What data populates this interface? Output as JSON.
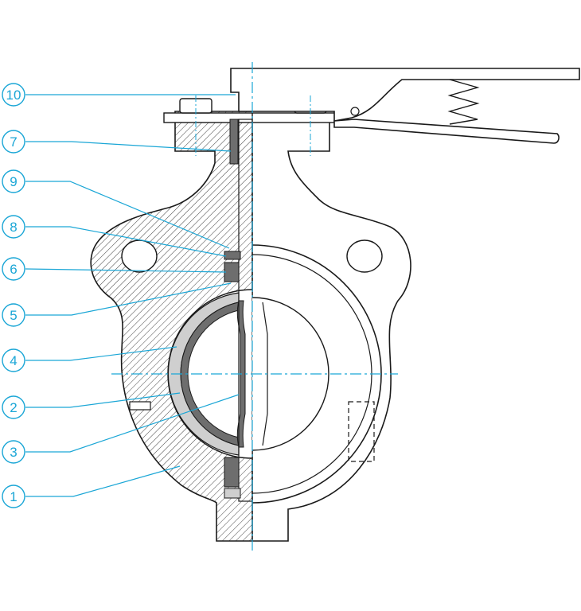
{
  "colors": {
    "line": "#1a1a1a",
    "callout": "#1aa6d6",
    "centerline": "#1aa6d6",
    "seat_dark": "#6e6e6e",
    "seat_fill": "#cfcfcf",
    "background": "#ffffff"
  },
  "callouts": [
    {
      "id": "c10",
      "label": "10"
    },
    {
      "id": "c7",
      "label": "7"
    },
    {
      "id": "c9",
      "label": "9"
    },
    {
      "id": "c8",
      "label": "8"
    },
    {
      "id": "c6",
      "label": "6"
    },
    {
      "id": "c5",
      "label": "5"
    },
    {
      "id": "c4",
      "label": "4"
    },
    {
      "id": "c2",
      "label": "2"
    },
    {
      "id": "c3",
      "label": "3"
    },
    {
      "id": "c1",
      "label": "1"
    }
  ]
}
